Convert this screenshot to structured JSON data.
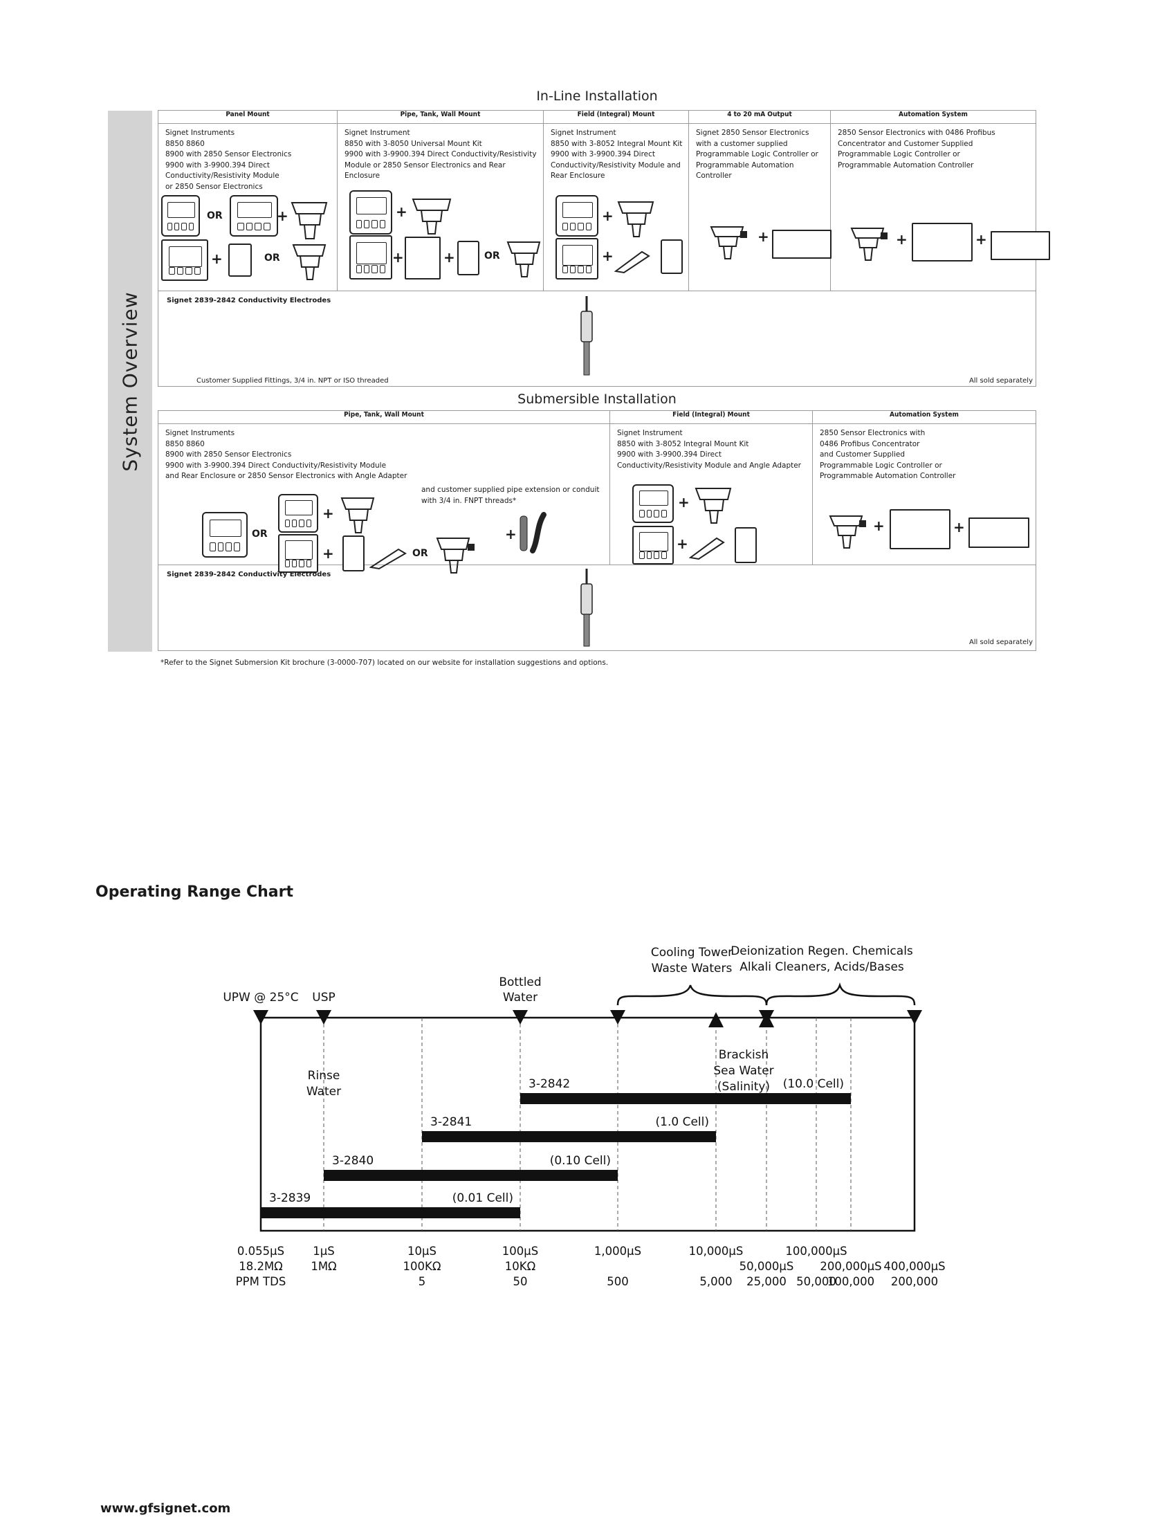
{
  "sidebar": {
    "label": "System Overview"
  },
  "inline": {
    "title": "In-Line Installation",
    "columns": [
      {
        "header": "Panel Mount",
        "text": "Signet Instruments\n8850           8860\n8900 with 2850 Sensor Electronics\n9900 with 3-9900.394 Direct\nConductivity/Resistivity Module\nor 2850 Sensor Electronics"
      },
      {
        "header": "Pipe, Tank, Wall Mount",
        "text": "Signet Instrument\n8850 with 3-8050 Universal Mount Kit\n9900 with 3-9900.394 Direct Conductivity/Resistivity\nModule or 2850 Sensor Electronics and Rear Enclosure"
      },
      {
        "header": "Field (Integral) Mount",
        "text": "Signet Instrument\n8850 with 3-8052 Integral Mount Kit\n9900 with 3-9900.394 Direct\nConductivity/Resistivity Module and\nRear Enclosure"
      },
      {
        "header": "4 to 20 mA Output",
        "text": "Signet 2850 Sensor Electronics\nwith a customer supplied\nProgrammable Logic Controller or\nProgrammable Automation Controller"
      },
      {
        "header": "Automation System",
        "text": "2850 Sensor Electronics with 0486 Profibus\nConcentrator and Customer Supplied\nProgrammable Logic Controller or\nProgrammable Automation Controller"
      }
    ],
    "electrodes_label": "Signet 2839-2842 Conductivity Electrodes",
    "fittings_note": "Customer Supplied Fittings, 3/4 in. NPT or ISO threaded",
    "sold_separately": "All sold separately"
  },
  "submersible": {
    "title": "Submersible Installation",
    "columns": [
      {
        "header": "Pipe, Tank, Wall Mount",
        "text": "Signet Instruments\n8850           8860\n8900 with 2850 Sensor Electronics\n9900 with 3-9900.394 Direct Conductivity/Resistivity Module\nand Rear Enclosure or 2850 Sensor Electronics with Angle Adapter",
        "extra": "and customer supplied pipe extension or conduit\nwith 3/4 in. FNPT threads*"
      },
      {
        "header": "Field (Integral) Mount",
        "text": "Signet Instrument\n8850 with 3-8052 Integral Mount Kit\n9900 with 3-9900.394 Direct\nConductivity/Resistivity Module and Angle Adapter"
      },
      {
        "header": "Automation System",
        "text": "2850 Sensor Electronics with\n0486 Profibus Concentrator\nand Customer Supplied\nProgrammable Logic Controller or\nProgrammable Automation Controller"
      }
    ],
    "electrodes_label": "Signet 2839-2842 Conductivity Electrodes",
    "sold_separately": "All sold separately"
  },
  "symbols": {
    "or": "OR",
    "plus": "+"
  },
  "footnote": "*Refer to the Signet Submersion Kit brochure (3-0000-707) located on our website for installation suggestions and options.",
  "chart_title": "Operating Range Chart",
  "chart_data": {
    "type": "range",
    "title": "Operating Range Chart",
    "scale": "log",
    "ticks": [
      {
        "us": 0.055,
        "l1": "0.055µS",
        "l2": "18.2MΩ",
        "l3": "PPM TDS"
      },
      {
        "us": 1,
        "l1": "1µS",
        "l2": "1MΩ",
        "l3": ""
      },
      {
        "us": 10,
        "l1": "10µS",
        "l2": "100KΩ",
        "l3": "5"
      },
      {
        "us": 100,
        "l1": "100µS",
        "l2": "10KΩ",
        "l3": "50"
      },
      {
        "us": 1000,
        "l1": "1,000µS",
        "l2": "",
        "l3": "500"
      },
      {
        "us": 10000,
        "l1": "10,000µS",
        "l2": "",
        "l3": "5,000"
      },
      {
        "us": 50000,
        "l1": "",
        "l2": "50,000µS",
        "l3": "25,000"
      },
      {
        "us": 100000,
        "l1": "100,000µS",
        "l2": "",
        "l3": "50,000"
      },
      {
        "us": 200000,
        "l1": "",
        "l2": "200,000µS",
        "l3": "100,000"
      },
      {
        "us": 400000,
        "l1": "",
        "l2": "400,000µS",
        "l3": "200,000"
      }
    ],
    "ranges": [
      {
        "name": "3-2842",
        "cell": "(10.0 Cell)",
        "from_us": 100,
        "to_us": 200000
      },
      {
        "name": "3-2841",
        "cell": "(1.0 Cell)",
        "from_us": 10,
        "to_us": 10000
      },
      {
        "name": "3-2840",
        "cell": "(0.10 Cell)",
        "from_us": 1,
        "to_us": 1000
      },
      {
        "name": "3-2839",
        "cell": "(0.01 Cell)",
        "from_us": 0.055,
        "to_us": 100
      }
    ],
    "markers_down": [
      {
        "us": 0.055,
        "label": "UPW @ 25°C"
      },
      {
        "us": 1,
        "label": "USP"
      },
      {
        "us": 100,
        "label": "Bottled\nWater"
      },
      {
        "us": 1000,
        "label": ""
      },
      {
        "us": 50000,
        "label": ""
      },
      {
        "us": 400000,
        "label": ""
      }
    ],
    "markers_up": [
      {
        "us": 10000,
        "label": ""
      },
      {
        "us": 50000,
        "label": ""
      }
    ],
    "annotations": [
      {
        "text": "Rinse\nWater"
      },
      {
        "text": "Brackish\nSea Water\n(Salinity)"
      },
      {
        "text": "Cooling Tower\nWaste Waters"
      },
      {
        "text": "Deionization Regen. Chemicals\nAlkali Cleaners, Acids/Bases"
      }
    ]
  },
  "footer": {
    "url": "www.gfsignet.com"
  }
}
